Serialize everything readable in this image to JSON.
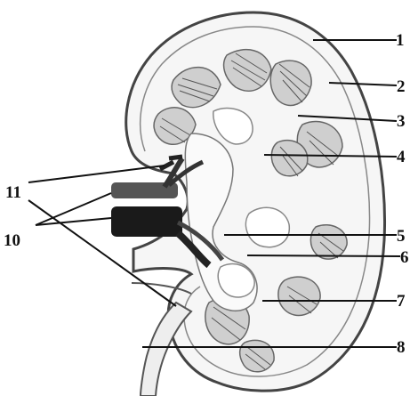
{
  "diagram": {
    "labels": [
      "1",
      "2",
      "3",
      "4",
      "5",
      "6",
      "7",
      "8",
      "10",
      "11"
    ],
    "colors": {
      "line": "#111111",
      "capsule": "#444444",
      "cortex_fill": "#f4f4f4",
      "pyramid": "#777777",
      "vessel_dark": "#1a1a1a",
      "vessel_mid": "#555555"
    }
  }
}
